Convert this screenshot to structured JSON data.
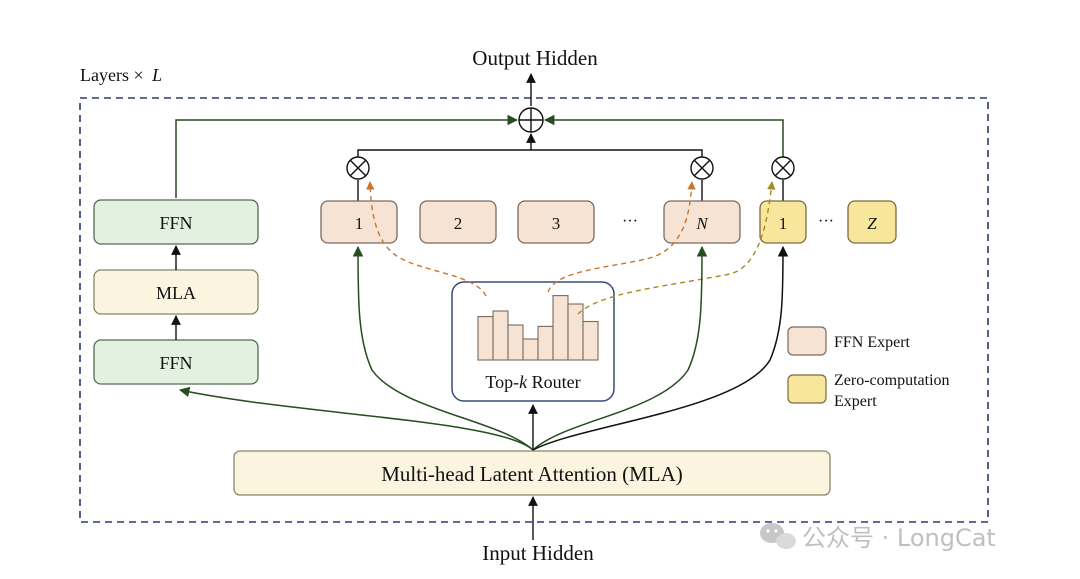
{
  "title_output": "Output Hidden",
  "title_input": "Input Hidden",
  "layers_label": "Layers ×",
  "layers_var": "L",
  "left_stack": {
    "top_ffn": "FFN",
    "mla": "MLA",
    "bottom_ffn": "FFN"
  },
  "ffn_experts": [
    "1",
    "2",
    "3",
    "N"
  ],
  "ellipsis": "···",
  "zero_experts": [
    "1",
    "Z"
  ],
  "router": {
    "label_prefix": "Top-",
    "label_var": "k",
    "label_suffix": " Router",
    "bars": [
      0.62,
      0.7,
      0.5,
      0.3,
      0.48,
      0.92,
      0.8,
      0.55
    ]
  },
  "mla_bar": "Multi-head Latent Attention (MLA)",
  "legend": {
    "ffn_expert": "FFN Expert",
    "zero_line1": "Zero-computation",
    "zero_line2": "Expert"
  },
  "watermark": "公众号 · LongCat",
  "colors": {
    "dashed_border": "#2e3a6e",
    "ffn_green_fill": "#e3f1e0",
    "ffn_green_stroke": "#556b55",
    "mla_fill": "#fbf5df",
    "ffn_expert_fill": "#f7e3d3",
    "zero_expert_fill": "#f8e69c",
    "router_stroke": "#3a4a7a",
    "arrow_green": "#254d1e",
    "dashed_orange": "#c8752e",
    "dashed_olive": "#a78a1e"
  }
}
